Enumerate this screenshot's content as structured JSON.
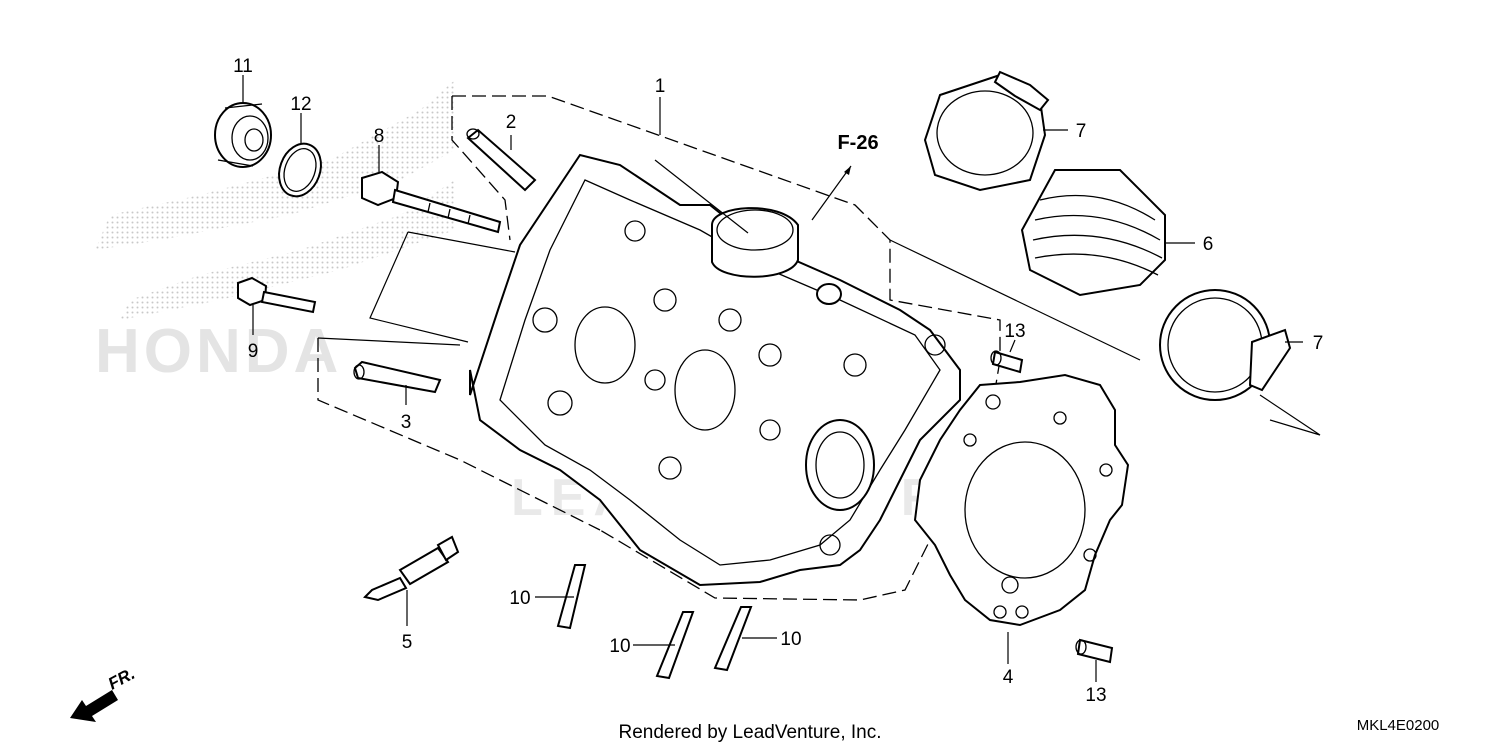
{
  "diagram": {
    "callouts": {
      "c1": "1",
      "c2": "2",
      "c3": "3",
      "c4": "4",
      "c5": "5",
      "c6": "6",
      "c7a": "7",
      "c7b": "7",
      "c8": "8",
      "c9": "9",
      "c10a": "10",
      "c10b": "10",
      "c10c": "10",
      "c11": "11",
      "c12": "12",
      "c13a": "13",
      "c13b": "13"
    },
    "reference": "F-26",
    "front_marker": "FR.",
    "watermark": "LEADVENTURE",
    "brand_watermark": "HONDA",
    "footer": "Rendered by LeadVenture, Inc.",
    "diagram_code": "MKL4E0200"
  },
  "icons": [
    "front-arrow-icon"
  ],
  "colors": {
    "line": "#000000",
    "background": "#ffffff",
    "watermark": "#e9e9e9"
  }
}
